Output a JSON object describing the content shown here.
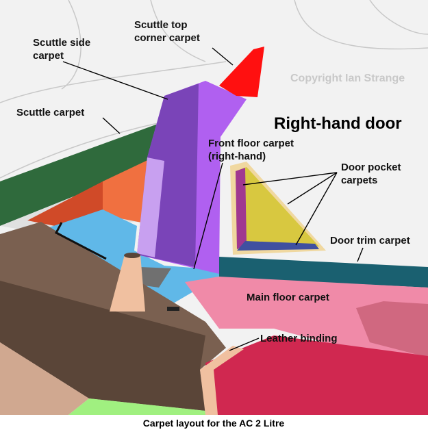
{
  "title": "Right-hand door",
  "copyright": "Copyright Ian Strange",
  "caption": "Carpet layout for the AC 2 Litre",
  "labels": {
    "scuttle_top_1": "Scuttle top",
    "scuttle_top_2": "corner carpet",
    "scuttle_side_1": "Scuttle side",
    "scuttle_side_2": "carpet",
    "scuttle": "Scuttle carpet",
    "front_floor_1": "Front floor carpet",
    "front_floor_2": "(right-hand)",
    "door_pocket_1": "Door pocket",
    "door_pocket_2": "carpets",
    "door_trim": "Door trim carpet",
    "main_floor": "Main floor carpet",
    "leather": "Leather binding"
  },
  "colors": {
    "scuttle": "#2f6a3c",
    "scuttle_side": "#9a50e0",
    "scuttle_top": "#ff1010",
    "front_floor": "#60b8e8",
    "door_pocket": "#d8c840",
    "door_trim": "#1a6070",
    "main_floor": "#f08aa8",
    "seat": "#d02850"
  }
}
